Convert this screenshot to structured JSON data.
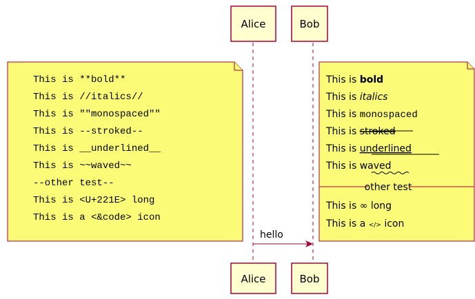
{
  "participants": {
    "alice": "Alice",
    "bob": "Bob"
  },
  "message": {
    "label": "hello"
  },
  "left_note": {
    "lines": [
      "This is **bold**",
      "This is //italics//",
      "This is \"\"monospaced\"\"",
      "This is --stroked--",
      "This is __underlined__",
      "This is ~~waved~~",
      "--other test--",
      "This is <U+221E> long",
      "This is a <&code> icon"
    ]
  },
  "right_note": {
    "prefix": "This is",
    "prefix_a": "This is a",
    "bold": "bold",
    "italics": "italics",
    "monospaced": "monospaced",
    "stroked": "stroked",
    "underlined": "underlined",
    "waved": "waved",
    "separator": "other test",
    "infinity": "∞",
    "long": "long",
    "code_icon": "</>",
    "icon": "icon"
  },
  "colors": {
    "participant_fill": "#FEFECE",
    "participant_border": "#A80036",
    "note_fill": "#FBFB77",
    "note_border": "#A80036",
    "lifeline": "#A80036",
    "arrow": "#A80036"
  }
}
